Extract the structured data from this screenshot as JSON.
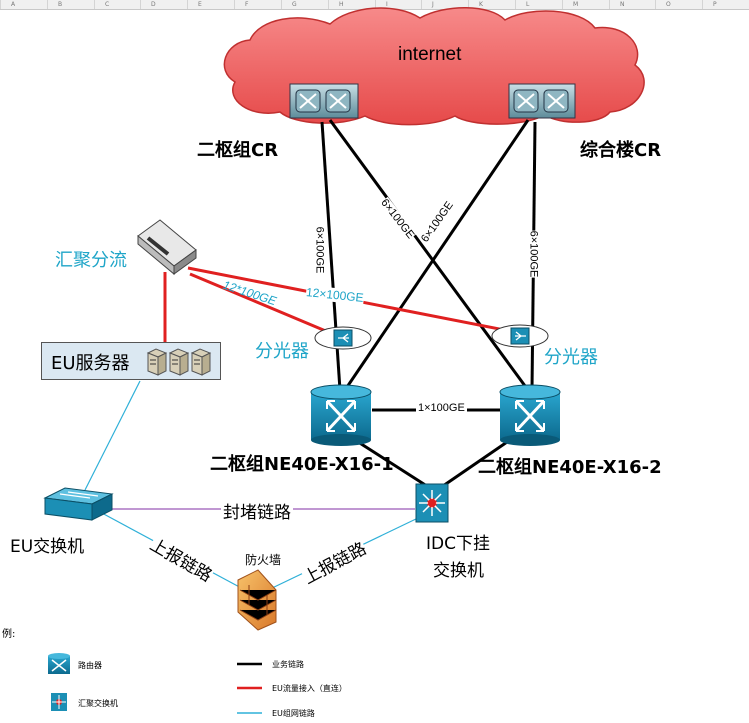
{
  "sheet_columns": [
    "A",
    "B",
    "C",
    "D",
    "E",
    "F",
    "G",
    "H",
    "I",
    "J",
    "K",
    "L",
    "M",
    "N",
    "O",
    "P"
  ],
  "internet_label": "internet",
  "nodes": {
    "cr_left": "二枢组CR",
    "cr_right": "综合楼CR",
    "aggregator": "汇聚分流",
    "eu_server": "EU服务器",
    "splitter_left": "分光器",
    "splitter_right": "分光器",
    "ne40e_1": "二枢组NE40E-X16-1",
    "ne40e_2": "二枢组NE40E-X16-2",
    "eu_switch": "EU交换机",
    "idc_switch_line1": "IDC下挂",
    "idc_switch_line2": "交换机",
    "firewall": "防火墙"
  },
  "links": {
    "cr_vertical_left": "6×100GE",
    "cr_cross_left": "6×100GE",
    "cr_cross_right": "6×100GE",
    "cr_vertical_right": "6×100GE",
    "tap_left": "12*100GE",
    "tap_right": "12×100GE",
    "ne40e_interlink": "1×100GE",
    "block_link": "封堵链路",
    "report_left": "上报链路",
    "report_right": "上报链路"
  },
  "legend": {
    "title": "例:",
    "items": [
      {
        "icon": "router-icon",
        "label": "路由器"
      },
      {
        "icon": "switch-icon",
        "label": "汇聚交换机"
      }
    ],
    "lines": [
      {
        "color": "#000000",
        "label": "业务链路"
      },
      {
        "color": "#e02020",
        "label": "EU流量接入（直连）"
      },
      {
        "color": "#2fb0d8",
        "label": "EU组网链路"
      }
    ]
  },
  "colors": {
    "business_link": "#000000",
    "eu_access_link": "#e02020",
    "eu_network_link": "#2fb0d8",
    "block_link": "#9b59b6",
    "cloud": "#f06a6a",
    "router_body": "#1c8fb5"
  }
}
